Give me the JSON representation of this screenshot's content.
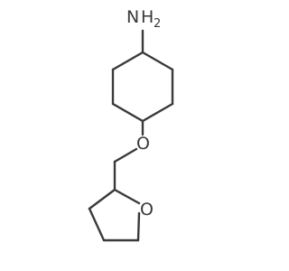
{
  "molecule": {
    "atoms": {
      "amine": "N",
      "amine_h": "H",
      "amine_h_count": "2",
      "ether_oxygen": "O",
      "ring_oxygen": "O"
    },
    "colors": {
      "bond": "#3a3a3a",
      "background": "#ffffff"
    }
  }
}
